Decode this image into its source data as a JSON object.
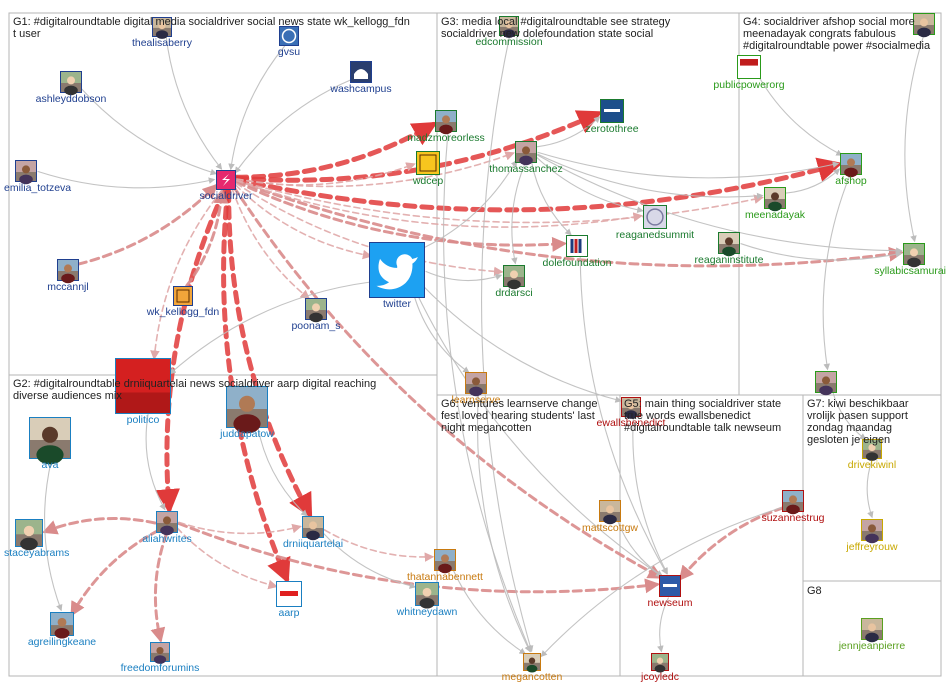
{
  "groups": [
    {
      "id": "G1",
      "lines": [
        "G1: #digitalroundtable digital media socialdriver social news state wk_kellogg_fdn",
        "t user"
      ]
    },
    {
      "id": "G2",
      "lines": [
        "G2: #digitalroundtable drniiquartelai news socialdriver aarp digital reaching",
        "diverse audiences mix"
      ]
    },
    {
      "id": "G3",
      "lines": [
        "G3: media local #digitalroundtable see strategy",
        "socialdriver new dolefoundation state social"
      ]
    },
    {
      "id": "G4",
      "lines": [
        "G4: socialdriver afshop social more",
        "meenadayak congrats fabulous",
        "#digitalroundtable power #socialmedia"
      ]
    },
    {
      "id": "G5",
      "lines": [
        "G5: main thing socialdriver state",
        "true words ewallsbenedict",
        "#digitalroundtable talk newseum"
      ]
    },
    {
      "id": "G6",
      "lines": [
        "G6: ventures learnserve change",
        "fest loved hearing students' last",
        "night megancotten"
      ]
    },
    {
      "id": "G7",
      "lines": [
        "G7: kiwi beschikbaar",
        "vrolijk pasen support",
        "zondag maandag",
        "gesloten je eigen"
      ]
    },
    {
      "id": "G8",
      "lines": [
        "G8"
      ]
    }
  ],
  "nodes": [
    {
      "id": "thealisaberry",
      "label": "thealisaberry",
      "group": "G1",
      "color": "#1f3f8f",
      "icon": "avatar-photo"
    },
    {
      "id": "gvsu",
      "label": "gvsu",
      "group": "G1",
      "color": "#1f3f8f",
      "icon": "gvsu-logo"
    },
    {
      "id": "washcampus",
      "label": "washcampus",
      "group": "G1",
      "color": "#1f3f8f",
      "icon": "capitol-logo"
    },
    {
      "id": "ashleyddobson",
      "label": "ashleyddobson",
      "group": "G1",
      "color": "#1f3f8f",
      "icon": "avatar-photo"
    },
    {
      "id": "emilia_totzeva",
      "label": "emilia_totzeva",
      "group": "G1",
      "color": "#1f3f8f",
      "icon": "avatar-photo"
    },
    {
      "id": "socialdriver",
      "label": "socialdriver",
      "group": "G1",
      "color": "#1f3f8f",
      "icon": "socialdriver-logo"
    },
    {
      "id": "mccannjl",
      "label": "mccannjl",
      "group": "G1",
      "color": "#1f3f8f",
      "icon": "avatar-photo"
    },
    {
      "id": "wk_kellogg_fdn",
      "label": "wk_kellogg_fdn",
      "group": "G1",
      "color": "#1f3f8f",
      "icon": "kellogg-logo"
    },
    {
      "id": "poonam_s",
      "label": "poonam_s",
      "group": "G1",
      "color": "#1f3f8f",
      "icon": "avatar-photo"
    },
    {
      "id": "twitter",
      "label": "twitter",
      "group": "G1",
      "color": "#1f3f8f",
      "icon": "twitter-bird-icon"
    },
    {
      "id": "politico",
      "label": "politico",
      "group": "G2",
      "color": "#1a7fc1",
      "icon": "politico-logo"
    },
    {
      "id": "juddapatow",
      "label": "juddapatow",
      "group": "G2",
      "color": "#1a7fc1",
      "icon": "avatar-photo"
    },
    {
      "id": "ava",
      "label": "ava",
      "group": "G2",
      "color": "#1a7fc1",
      "icon": "avatar-photo"
    },
    {
      "id": "staceyabrams",
      "label": "staceyabrams",
      "group": "G2",
      "color": "#1a7fc1",
      "icon": "avatar-photo"
    },
    {
      "id": "aliahwrites",
      "label": "aliahwrites",
      "group": "G2",
      "color": "#1a7fc1",
      "icon": "avatar-photo"
    },
    {
      "id": "drniiquartelai",
      "label": "drniiquartelai",
      "group": "G2",
      "color": "#1a7fc1",
      "icon": "avatar-photo"
    },
    {
      "id": "agreilingkeane",
      "label": "agreilingkeane",
      "group": "G2",
      "color": "#1a7fc1",
      "icon": "avatar-photo"
    },
    {
      "id": "aarp",
      "label": "aarp",
      "group": "G2",
      "color": "#1a7fc1",
      "icon": "aarp-logo"
    },
    {
      "id": "whitneydawn",
      "label": "whitneydawn",
      "group": "G2",
      "color": "#1a7fc1",
      "icon": "avatar-photo"
    },
    {
      "id": "freedomforumins",
      "label": "freedomforumins",
      "group": "G2",
      "color": "#1a7fc1",
      "icon": "avatar-photo"
    },
    {
      "id": "edcommission",
      "label": "edcommission",
      "group": "G3",
      "color": "#1a7a2e",
      "icon": "avatar-photo"
    },
    {
      "id": "madzmoreorless",
      "label": "madzmoreorless",
      "group": "G3",
      "color": "#1a7a2e",
      "icon": "avatar-photo"
    },
    {
      "id": "zerotothree",
      "label": "zerotothree",
      "group": "G3",
      "color": "#1a7a2e",
      "icon": "zerotothree-logo"
    },
    {
      "id": "wdcep",
      "label": "wdcep",
      "group": "G3",
      "color": "#1a7a2e",
      "icon": "wdcep-logo"
    },
    {
      "id": "thomassanchez",
      "label": "thomassanchez",
      "group": "G3",
      "color": "#1a7a2e",
      "icon": "avatar-photo"
    },
    {
      "id": "reaganedsummit",
      "label": "reaganedsummit",
      "group": "G3",
      "color": "#1a7a2e",
      "icon": "seal-logo"
    },
    {
      "id": "dolefoundation",
      "label": "dolefoundation",
      "group": "G3",
      "color": "#1a7a2e",
      "icon": "dole-logo"
    },
    {
      "id": "reaganinstitute",
      "label": "reaganinstitute",
      "group": "G3",
      "color": "#1a7a2e",
      "icon": "avatar-photo"
    },
    {
      "id": "drdarsci",
      "label": "drdarsci",
      "group": "G3",
      "color": "#1a7a2e",
      "icon": "avatar-photo"
    },
    {
      "id": "publicpowerorg",
      "label": "publicpowerorg",
      "group": "G4",
      "color": "#2a9a1a",
      "icon": "publicpower-logo"
    },
    {
      "id": "socialmedia_node",
      "label": "",
      "group": "G4",
      "color": "#2a9a1a",
      "icon": "avatar-photo"
    },
    {
      "id": "afshop",
      "label": "afshop",
      "group": "G4",
      "color": "#2a9a1a",
      "icon": "avatar-photo"
    },
    {
      "id": "meenadayak",
      "label": "meenadayak",
      "group": "G4",
      "color": "#2a9a1a",
      "icon": "avatar-photo"
    },
    {
      "id": "syllabicsamurai",
      "label": "syllabicsamurai",
      "group": "G4",
      "color": "#2a9a1a",
      "icon": "avatar-photo"
    },
    {
      "id": "g4_bottom",
      "label": "",
      "group": "G4",
      "color": "#2a9a1a",
      "icon": "avatar-photo"
    },
    {
      "id": "ewallsbenedict",
      "label": "ewallsbenedict",
      "group": "G5",
      "color": "#b01010",
      "icon": "avatar-photo"
    },
    {
      "id": "suzannestrug",
      "label": "suzannestrug",
      "group": "G5",
      "color": "#b01010",
      "icon": "avatar-photo"
    },
    {
      "id": "newseum",
      "label": "newseum",
      "group": "G5",
      "color": "#b01010",
      "icon": "newseum-logo"
    },
    {
      "id": "jcoyledc",
      "label": "jcoyledc",
      "group": "G5",
      "color": "#b01010",
      "icon": "avatar-photo"
    },
    {
      "id": "learnserve",
      "label": "learnserve",
      "group": "G6",
      "color": "#c87a10",
      "icon": "avatar-photo"
    },
    {
      "id": "mattscottgw",
      "label": "mattscottgw",
      "group": "G6",
      "color": "#c87a10",
      "icon": "avatar-photo"
    },
    {
      "id": "thatannabennett",
      "label": "thatannabennett",
      "group": "G6",
      "color": "#c87a10",
      "icon": "avatar-photo"
    },
    {
      "id": "megancotten",
      "label": "megancotten",
      "group": "G6",
      "color": "#c87a10",
      "icon": "avatar-photo"
    },
    {
      "id": "drivekiwinl",
      "label": "drivekiwinl",
      "group": "G7",
      "color": "#c8a800",
      "icon": "avatar-photo"
    },
    {
      "id": "jeffreyrouw",
      "label": "jeffreyrouw",
      "group": "G7",
      "color": "#c8a800",
      "icon": "avatar-photo"
    },
    {
      "id": "jennjeanpierre",
      "label": "jennjeanpierre",
      "group": "G8",
      "color": "#5aa020",
      "icon": "avatar-photo"
    }
  ],
  "edges": [
    {
      "from": "socialdriver",
      "to": "afshop",
      "kind": "strong"
    },
    {
      "from": "socialdriver",
      "to": "zerotothree",
      "kind": "strong"
    },
    {
      "from": "socialdriver",
      "to": "madzmoreorless",
      "kind": "strong"
    },
    {
      "from": "socialdriver",
      "to": "aarp",
      "kind": "strong"
    },
    {
      "from": "socialdriver",
      "to": "drniiquartelai",
      "kind": "strong"
    },
    {
      "from": "socialdriver",
      "to": "aliahwrites",
      "kind": "strong"
    },
    {
      "from": "socialdriver",
      "to": "dolefoundation",
      "kind": "medium"
    },
    {
      "from": "socialdriver",
      "to": "syllabicsamurai",
      "kind": "medium"
    },
    {
      "from": "mccannjl",
      "to": "socialdriver",
      "kind": "medium"
    },
    {
      "from": "wk_kellogg_fdn",
      "to": "socialdriver",
      "kind": "medium"
    },
    {
      "from": "socialdriver",
      "to": "twitter",
      "kind": "thin"
    },
    {
      "from": "socialdriver",
      "to": "drdarsci",
      "kind": "thin"
    },
    {
      "from": "socialdriver",
      "to": "thomassanchez",
      "kind": "thin"
    },
    {
      "from": "socialdriver",
      "to": "wdcep",
      "kind": "thin"
    },
    {
      "from": "socialdriver",
      "to": "reaganedsummit",
      "kind": "thin"
    },
    {
      "from": "socialdriver",
      "to": "meenadayak",
      "kind": "thin"
    },
    {
      "from": "socialdriver",
      "to": "poonam_s",
      "kind": "thin"
    },
    {
      "from": "socialdriver",
      "to": "newseum",
      "kind": "medium"
    },
    {
      "from": "socialdriver",
      "to": "politico",
      "kind": "thin"
    },
    {
      "from": "thealisaberry",
      "to": "socialdriver",
      "kind": "gray"
    },
    {
      "from": "gvsu",
      "to": "socialdriver",
      "kind": "gray"
    },
    {
      "from": "washcampus",
      "to": "socialdriver",
      "kind": "gray"
    },
    {
      "from": "ashleyddobson",
      "to": "socialdriver",
      "kind": "gray"
    },
    {
      "from": "emilia_totzeva",
      "to": "socialdriver",
      "kind": "gray"
    },
    {
      "from": "twitter",
      "to": "newseum",
      "kind": "gray"
    },
    {
      "from": "twitter",
      "to": "ewallsbenedict",
      "kind": "gray"
    },
    {
      "from": "twitter",
      "to": "learnserve",
      "kind": "gray"
    },
    {
      "from": "twitter",
      "to": "politico",
      "kind": "gray"
    },
    {
      "from": "twitter",
      "to": "drdarsci",
      "kind": "gray"
    },
    {
      "from": "twitter",
      "to": "thomassanchez",
      "kind": "gray"
    },
    {
      "from": "aliahwrites",
      "to": "staceyabrams",
      "kind": "medium"
    },
    {
      "from": "aliahwrites",
      "to": "agreilingkeane",
      "kind": "medium"
    },
    {
      "from": "aliahwrites",
      "to": "freedomforumins",
      "kind": "medium"
    },
    {
      "from": "aliahwrites",
      "to": "newseum",
      "kind": "medium"
    },
    {
      "from": "aliahwrites",
      "to": "drniiquartelai",
      "kind": "thin"
    },
    {
      "from": "aliahwrites",
      "to": "aarp",
      "kind": "thin"
    },
    {
      "from": "drniiquartelai",
      "to": "thatannabennett",
      "kind": "thin"
    },
    {
      "from": "drniiquartelai",
      "to": "whitneydawn",
      "kind": "gray"
    },
    {
      "from": "ava",
      "to": "agreilingkeane",
      "kind": "gray"
    },
    {
      "from": "politico",
      "to": "aliahwrites",
      "kind": "gray"
    },
    {
      "from": "juddapatow",
      "to": "drniiquartelai",
      "kind": "gray"
    },
    {
      "from": "thomassanchez",
      "to": "afshop",
      "kind": "gray"
    },
    {
      "from": "thomassanchez",
      "to": "syllabicsamurai",
      "kind": "gray"
    },
    {
      "from": "thomassanchez",
      "to": "dolefoundation",
      "kind": "gray"
    },
    {
      "from": "thomassanchez",
      "to": "drdarsci",
      "kind": "gray"
    },
    {
      "from": "thomassanchez",
      "to": "meenadayak",
      "kind": "gray"
    },
    {
      "from": "thomassanchez",
      "to": "reaganedsummit",
      "kind": "gray"
    },
    {
      "from": "thomassanchez",
      "to": "zerotothree",
      "kind": "gray"
    },
    {
      "from": "madzmoreorless",
      "to": "megancotten",
      "kind": "gray"
    },
    {
      "from": "edcommission",
      "to": "megancotten",
      "kind": "gray"
    },
    {
      "from": "dolefoundation",
      "to": "newseum",
      "kind": "gray"
    },
    {
      "from": "reaganinstitute",
      "to": "syllabicsamurai",
      "kind": "gray"
    },
    {
      "from": "publicpowerorg",
      "to": "afshop",
      "kind": "gray"
    },
    {
      "from": "socialmedia_node",
      "to": "syllabicsamurai",
      "kind": "gray"
    },
    {
      "from": "afshop",
      "to": "g4_bottom",
      "kind": "gray"
    },
    {
      "from": "meenadayak",
      "to": "afshop",
      "kind": "gray"
    },
    {
      "from": "suzannestrug",
      "to": "newseum",
      "kind": "medium"
    },
    {
      "from": "suzannestrug",
      "to": "megancotten",
      "kind": "gray"
    },
    {
      "from": "ewallsbenedict",
      "to": "newseum",
      "kind": "gray"
    },
    {
      "from": "newseum",
      "to": "jcoyledc",
      "kind": "gray"
    },
    {
      "from": "mattscottgw",
      "to": "newseum",
      "kind": "gray"
    },
    {
      "from": "learnserve",
      "to": "megancotten",
      "kind": "gray"
    },
    {
      "from": "thatannabennett",
      "to": "megancotten",
      "kind": "gray"
    },
    {
      "from": "drivekiwinl",
      "to": "jeffreyrouw",
      "kind": "gray"
    },
    {
      "from": "g4_bottom",
      "to": "drivekiwinl",
      "kind": "gray"
    }
  ],
  "colors": {
    "edge_strong": "#e03a3a",
    "edge_medium": "#d98b8b",
    "edge_thin": "#e0a8a8",
    "edge_gray": "#bcbcbc",
    "frame": "#b5b5b5"
  }
}
